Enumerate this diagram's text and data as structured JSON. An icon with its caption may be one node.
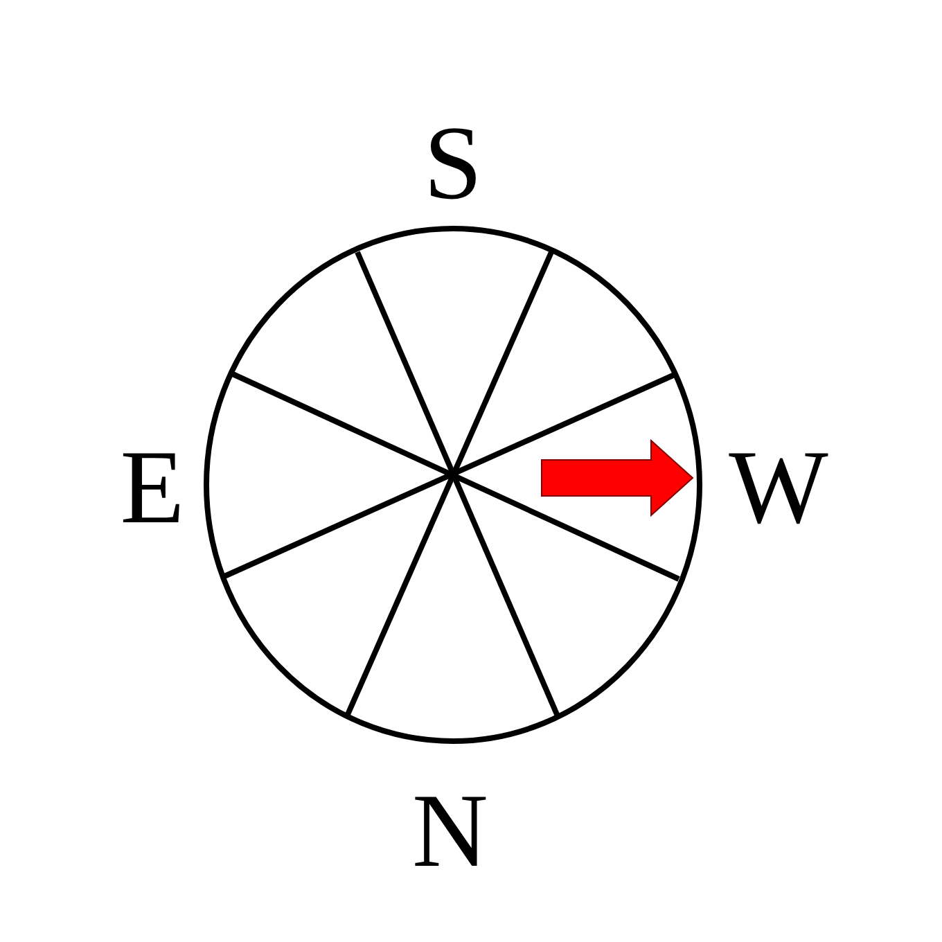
{
  "diagram": {
    "labels": [
      "S",
      "E",
      "W",
      "N"
    ]
  }
}
